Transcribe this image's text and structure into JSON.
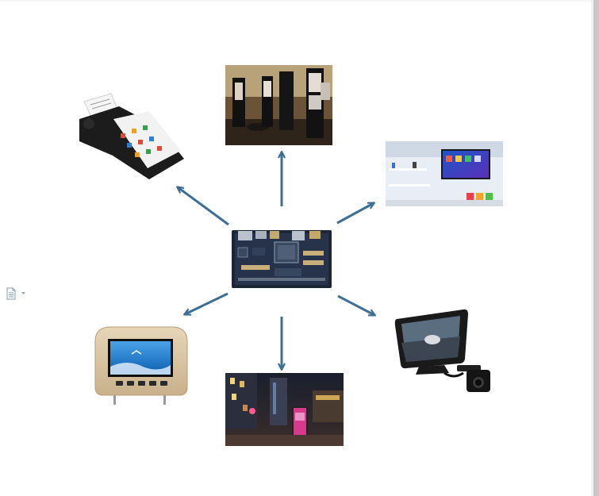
{
  "diagram": {
    "center": "embedded-board",
    "applications": [
      "pos-terminal",
      "digital-signage-kiosks",
      "smart-tv-display",
      "car-monitor-camera",
      "street-advertising",
      "headrest-monitor"
    ]
  },
  "colors": {
    "arrow": "#3f6e95",
    "background": "#ffffff"
  },
  "toolbar": {
    "doc_icon": "document-icon",
    "dropdown_icon": "chevron-down-icon"
  }
}
